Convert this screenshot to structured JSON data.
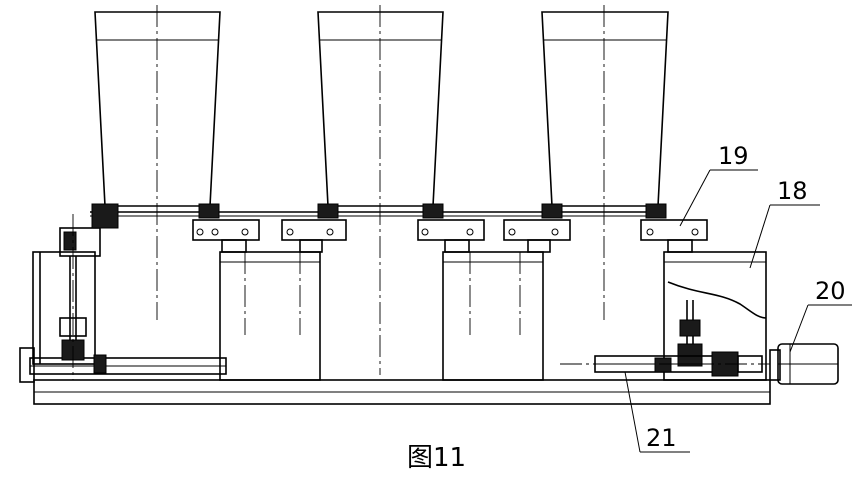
{
  "labels": {
    "part_19": "19",
    "part_18": "18",
    "part_20": "20",
    "part_21": "21"
  },
  "caption": "图11"
}
